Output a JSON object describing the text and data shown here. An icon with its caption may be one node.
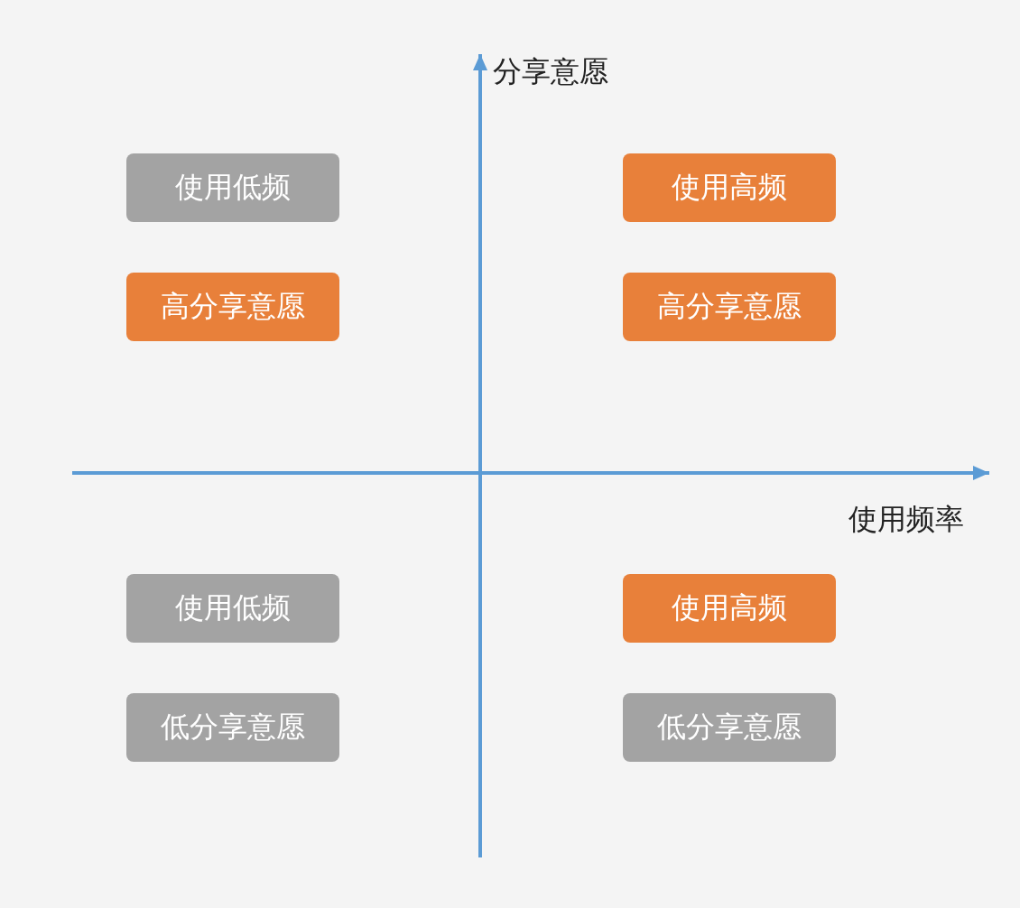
{
  "diagram": {
    "nodes": [
      {
        "text": [
          "使用低频"
        ]
      },
      {
        "text": [
          "使用高频"
        ]
      },
      {
        "text": [
          "高分享意愿"
        ]
      },
      {
        "text": [
          "高分享意愿"
        ]
      },
      {
        "text": [
          "使用低频"
        ]
      },
      {
        "text": [
          "使用高频"
        ]
      },
      {
        "text": [
          "低分享意愿"
        ]
      },
      {
        "text": [
          "低分享意愿"
        ]
      }
    ],
    "edges": [],
    "labels": [
      "分享意愿",
      "使用频率"
    ]
  }
}
